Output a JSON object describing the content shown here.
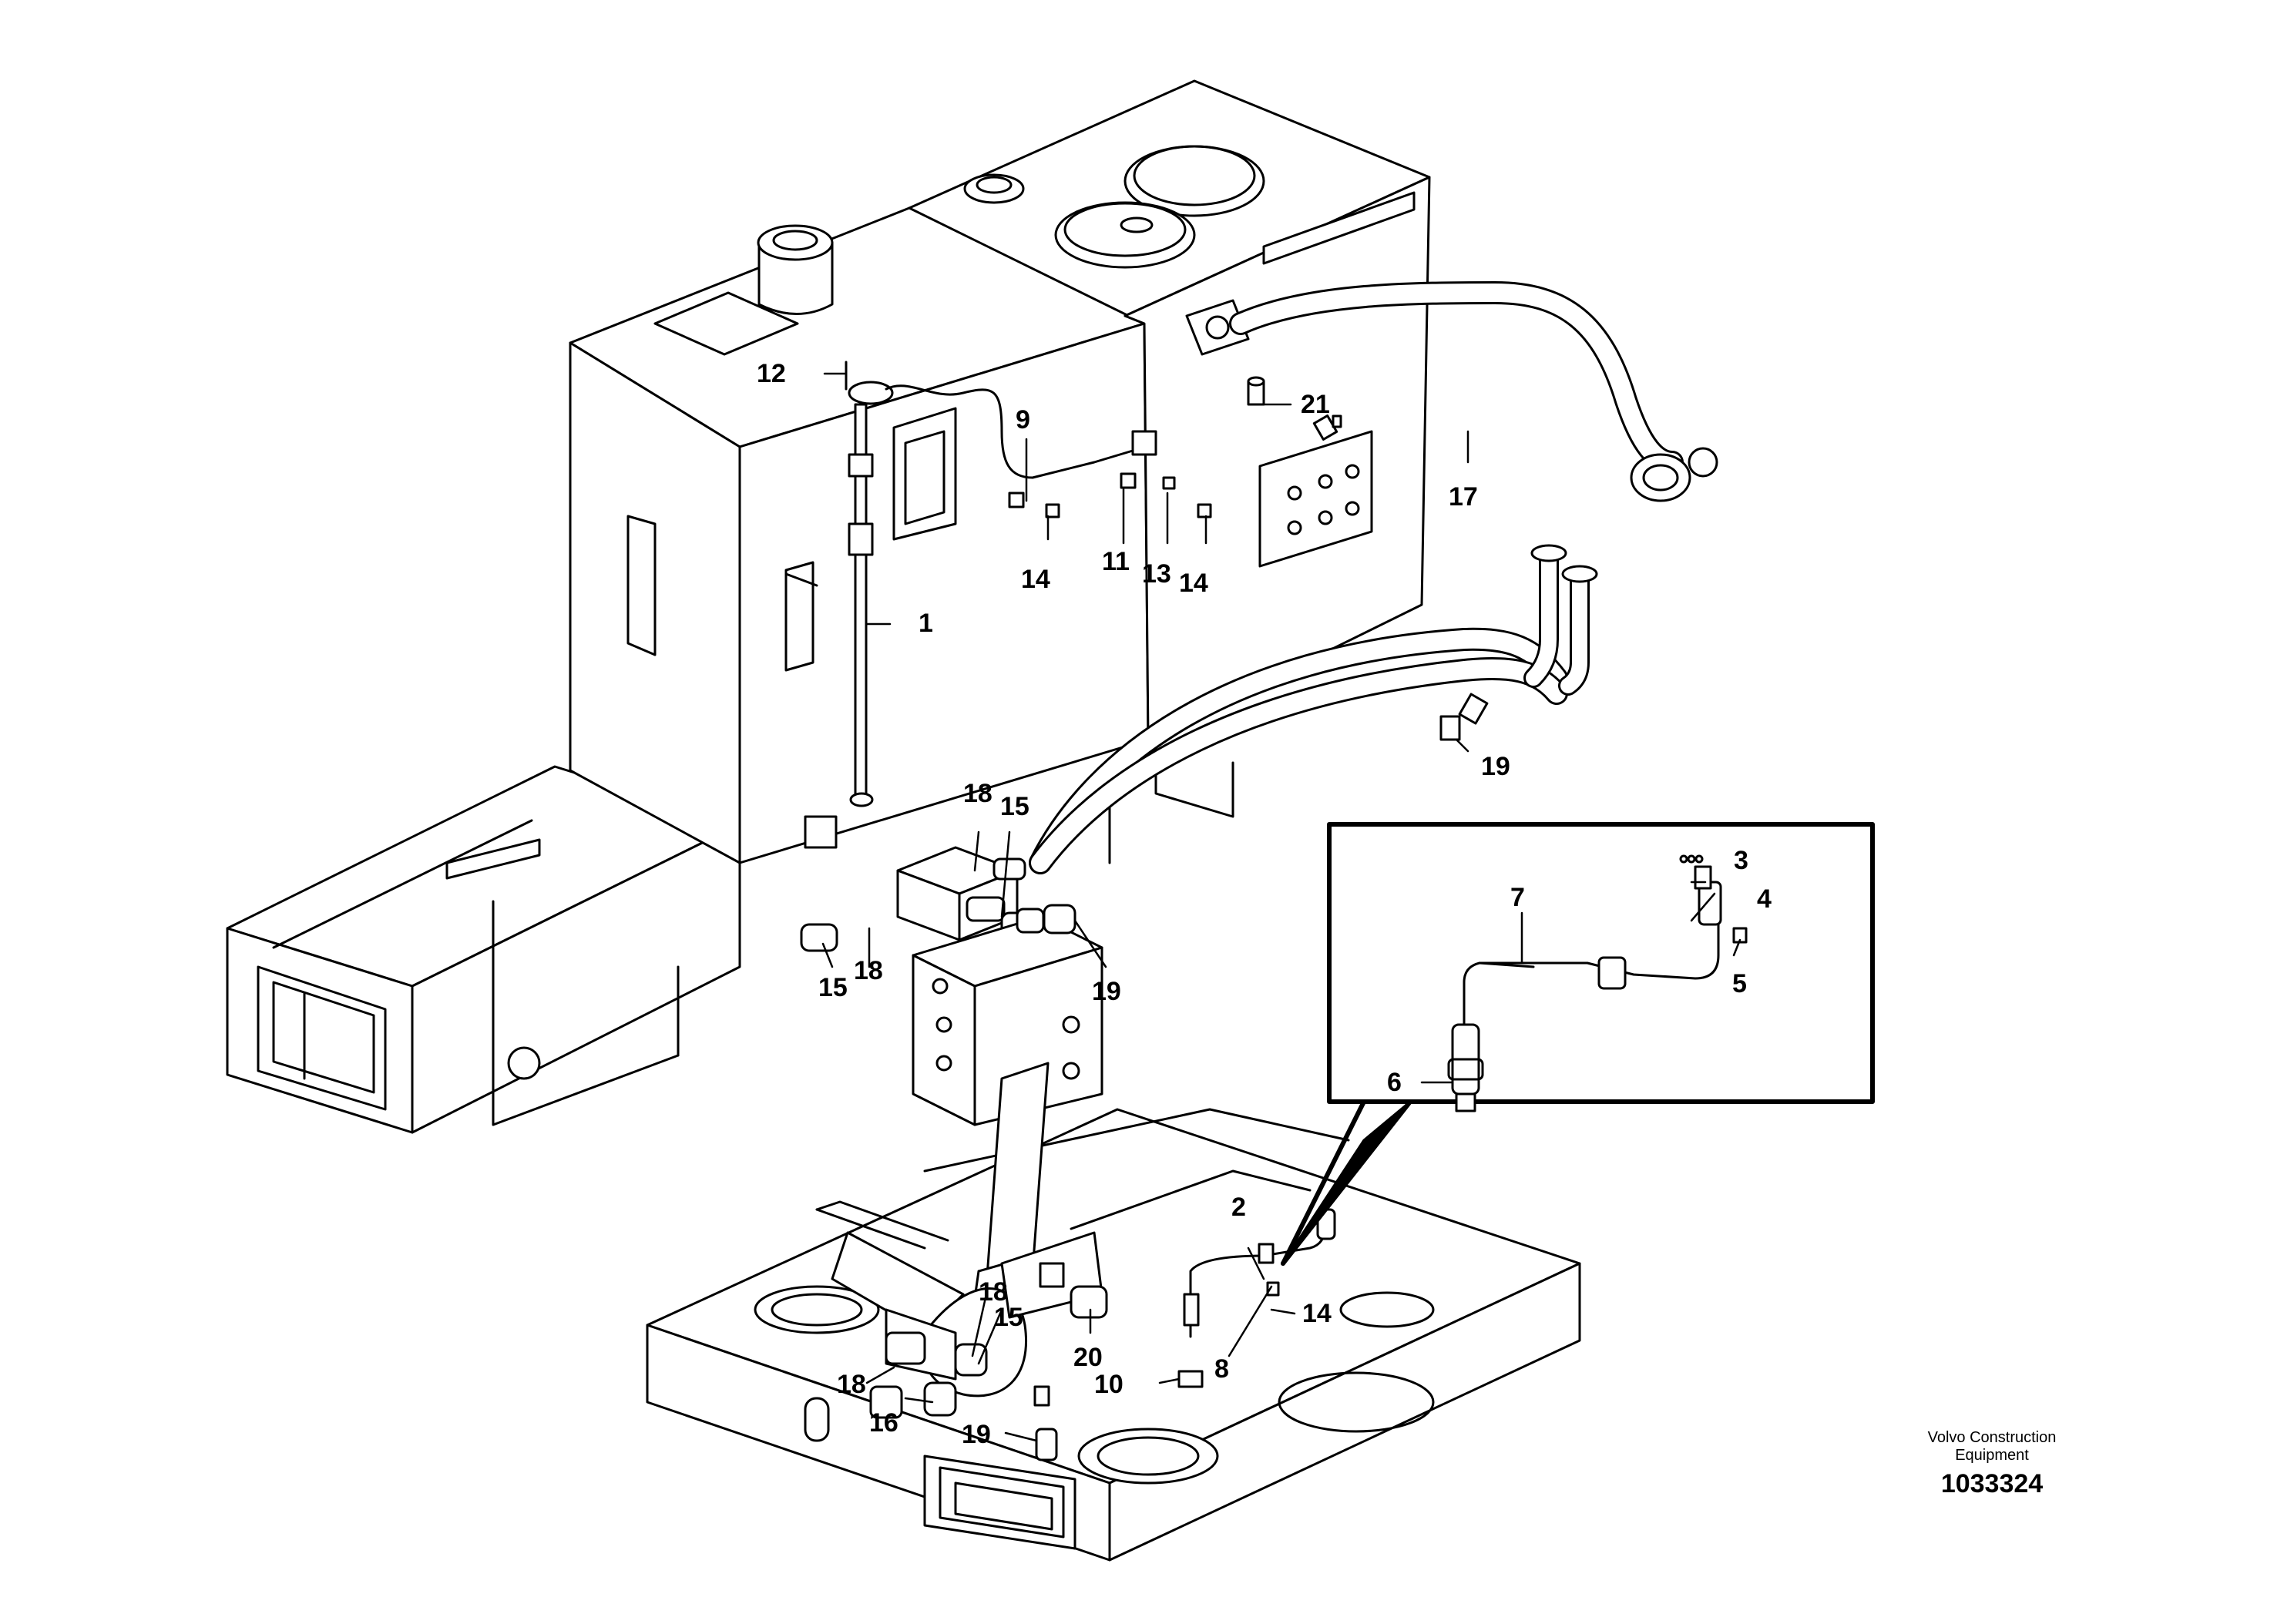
{
  "callouts": {
    "c1": "1",
    "c2": "2",
    "c3": "3",
    "c4": "4",
    "c5": "5",
    "c6": "6",
    "c7": "7",
    "c8": "8",
    "c9": "9",
    "c10": "10",
    "c11": "11",
    "c12": "12",
    "c13": "13",
    "c14a": "14",
    "c14b": "14",
    "c14c": "14",
    "c15a": "15",
    "c15b": "15",
    "c15c": "15",
    "c16": "16",
    "c17": "17",
    "c18a": "18",
    "c18b": "18",
    "c18c": "18",
    "c18d": "18",
    "c19a": "19",
    "c19b": "19",
    "c19c": "19",
    "c20": "20",
    "c21": "21"
  },
  "credit": {
    "line1": "Volvo Construction",
    "line2": "Equipment",
    "drawing_number": "1033324"
  },
  "colors": {
    "ink": "#000000",
    "paper": "#ffffff"
  }
}
